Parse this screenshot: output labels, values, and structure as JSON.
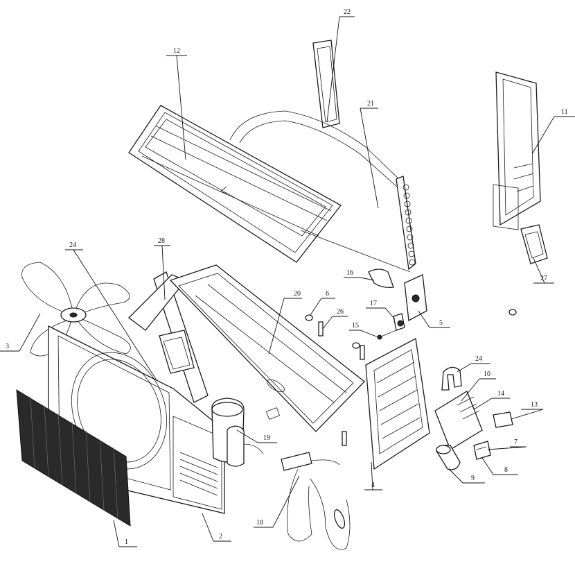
{
  "diagram": {
    "callouts": [
      {
        "id": "c1",
        "text": "1"
      },
      {
        "id": "c2",
        "text": "2"
      },
      {
        "id": "c3",
        "text": "3"
      },
      {
        "id": "c4",
        "text": "4"
      },
      {
        "id": "c5",
        "text": "5"
      },
      {
        "id": "c6",
        "text": "6"
      },
      {
        "id": "c7",
        "text": "7"
      },
      {
        "id": "c8",
        "text": "8"
      },
      {
        "id": "c9",
        "text": "9"
      },
      {
        "id": "c10",
        "text": "10"
      },
      {
        "id": "c11",
        "text": "11"
      },
      {
        "id": "c12",
        "text": "12"
      },
      {
        "id": "c13",
        "text": "13"
      },
      {
        "id": "c14",
        "text": "14"
      },
      {
        "id": "c15",
        "text": "15"
      },
      {
        "id": "c16",
        "text": "16"
      },
      {
        "id": "c17",
        "text": "17"
      },
      {
        "id": "c18",
        "text": "18"
      },
      {
        "id": "c19",
        "text": "19"
      },
      {
        "id": "c20",
        "text": "20"
      },
      {
        "id": "c21",
        "text": "21"
      },
      {
        "id": "c22",
        "text": "22"
      },
      {
        "id": "c24a",
        "text": "24"
      },
      {
        "id": "c24b",
        "text": "24"
      },
      {
        "id": "c26",
        "text": "26"
      },
      {
        "id": "c27",
        "text": "27"
      },
      {
        "id": "c28",
        "text": "28"
      }
    ]
  }
}
